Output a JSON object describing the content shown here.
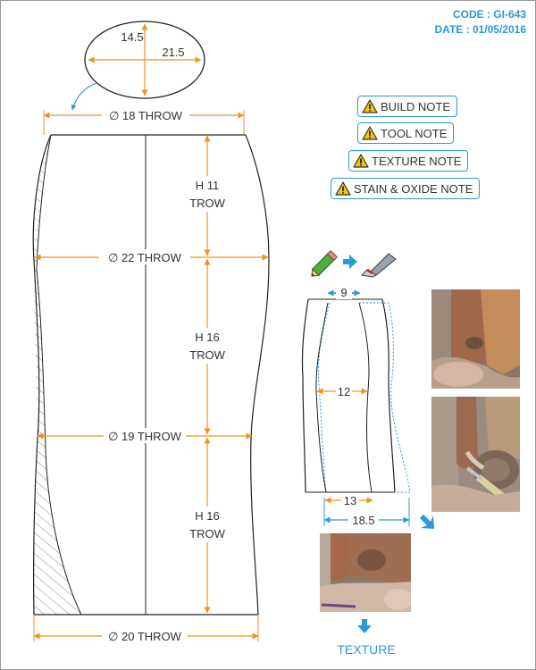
{
  "header": {
    "code": "CODE : GI-643",
    "date": "DATE : 01/05/2016"
  },
  "colors": {
    "accent": "#2a9ad6",
    "dimension": "#f0921e",
    "outline": "#222222",
    "warning": "#f2c500"
  },
  "top_ellipse": {
    "minor": "14.5",
    "major": "21.5"
  },
  "dimensions": {
    "top_throw": "∅ 18 THROW",
    "mid_throw": "∅ 22 THROW",
    "low_throw": "∅ 19 THROW",
    "base_throw": "∅ 20 THROW",
    "h1": [
      "H 11",
      "TROW"
    ],
    "h2": [
      "H 16",
      "TROW"
    ],
    "h3": [
      "H 16",
      "TROW"
    ]
  },
  "notes": [
    {
      "label": "BUILD NOTE",
      "icon": "warning-icon"
    },
    {
      "label": "TOOL NOTE",
      "icon": "warning-icon"
    },
    {
      "label": "TEXTURE NOTE",
      "icon": "warning-icon"
    },
    {
      "label": "STAIN & OXIDE NOTE",
      "icon": "warning-icon"
    }
  ],
  "small_profile": {
    "top": "9",
    "mid": "12",
    "base": "13",
    "outer": "18.5"
  },
  "icons": [
    "pencil-icon",
    "arrow-right-icon",
    "carving-knife-icon",
    "arrow-down-icon"
  ],
  "texture_label": "TEXTURE"
}
